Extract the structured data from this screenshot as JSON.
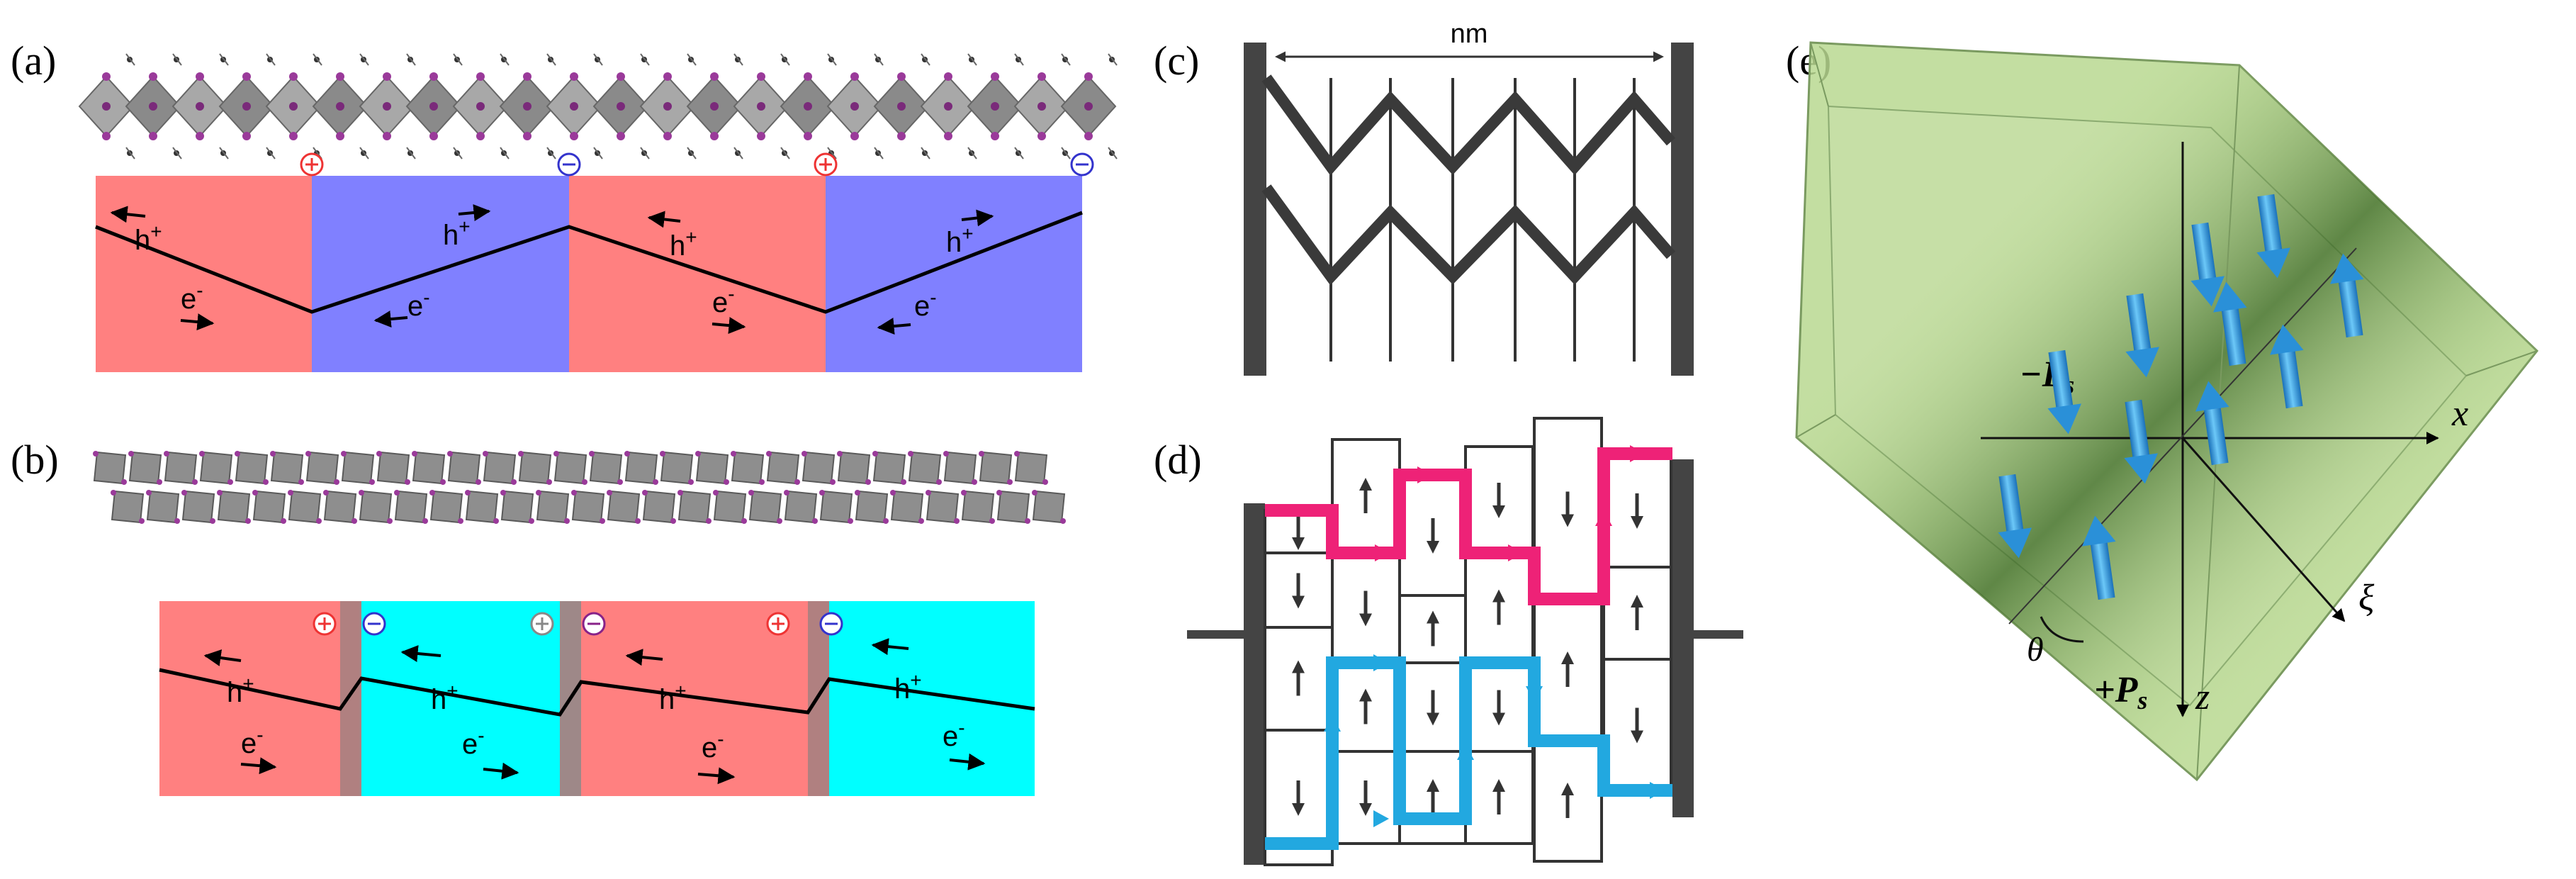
{
  "panels": {
    "a": {
      "label": "(a)",
      "carrier_h": "h",
      "carrier_e": "e",
      "h_sup": "+",
      "e_sup": "-"
    },
    "b": {
      "label": "(b)",
      "carrier_h": "h",
      "carrier_e": "e",
      "h_sup": "+",
      "e_sup": "-"
    },
    "c": {
      "label": "(c)",
      "width_label": "nm"
    },
    "d": {
      "label": "(d)"
    },
    "e": {
      "label": "(e)",
      "neg_ps": "−P",
      "pos_ps": "+P",
      "ps_sub": "s",
      "axis_x": "x",
      "axis_z": "z",
      "axis_xi": "ξ",
      "angle": "θ"
    }
  },
  "colors": {
    "red_domain": "#ff8080",
    "blue_domain": "#8080ff",
    "cyan_domain": "#00ffff",
    "wall_gray": "#b08080",
    "plate_dark": "#444444",
    "magenta_path": "#ee2277",
    "cyan_path": "#22a8e0",
    "crystal_green": "#b8d890",
    "arrow_blue": "#3aa8e8"
  }
}
